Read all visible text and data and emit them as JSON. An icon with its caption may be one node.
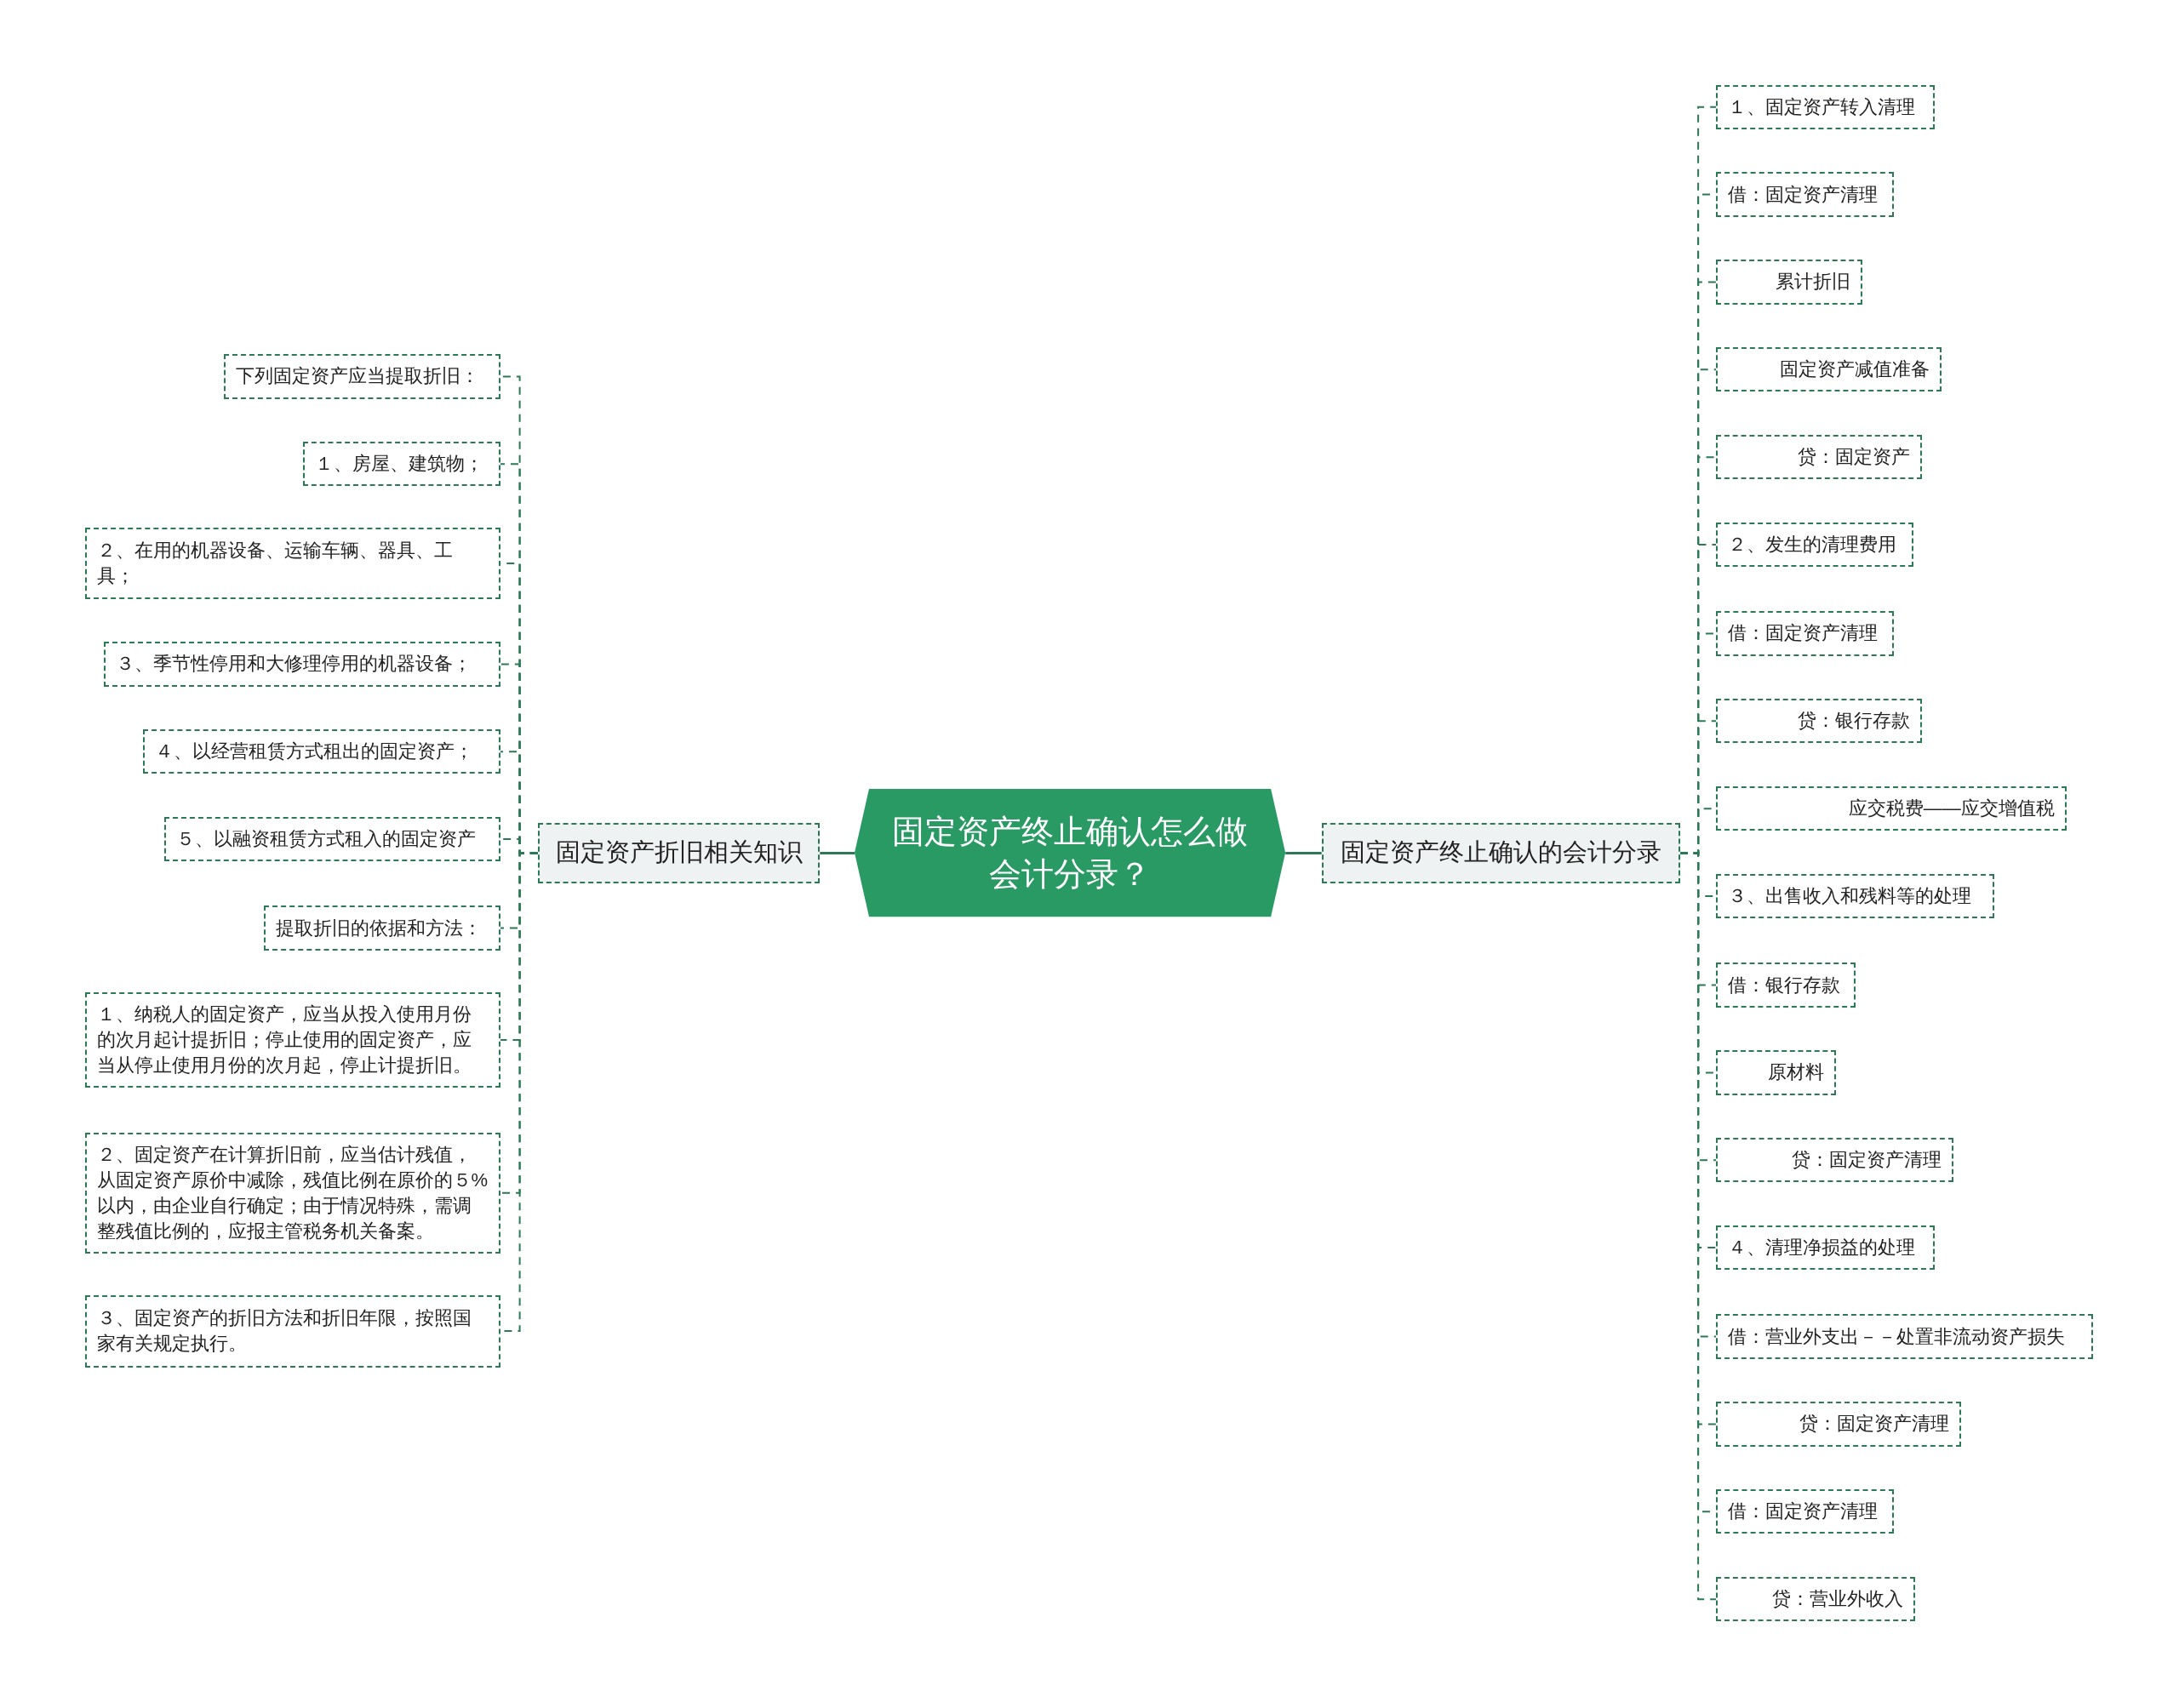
{
  "diagram": {
    "nodes": [
      {
        "text": [
          "固定资产终止确认怎么做会计分录？"
        ]
      },
      {
        "text": [
          "固定资产折旧相关知识"
        ]
      },
      {
        "text": [
          "下列固定资产应当提取折旧："
        ]
      },
      {
        "text": [
          "１、房屋、建筑物；"
        ]
      },
      {
        "text": [
          "２、在用的机器设备、运输车辆、器具、工具；"
        ]
      },
      {
        "text": [
          "３、季节性停用和大修理停用的机器设备；"
        ]
      },
      {
        "text": [
          "４、以经营租赁方式租出的固定资产；"
        ]
      },
      {
        "text": [
          "５、以融资租赁方式租入的固定资产"
        ]
      },
      {
        "text": [
          "提取折旧的依据和方法："
        ]
      },
      {
        "text": [
          "１、纳税人的固定资产，应当从投入使用月份的次月起计提折旧；停止使用的固定资产，应当从停止使用月份的次月起，停止计提折旧。"
        ]
      },
      {
        "text": [
          "２、固定资产在计算折旧前，应当估计残值，从固定资产原价中减除，残值比例在原价的５%以内，由企业自行确定；由于情况特殊，需调整残值比例的，应报主管税务机关备案。"
        ]
      },
      {
        "text": [
          "３、固定资产的折旧方法和折旧年限，按照国家有关规定执行。"
        ]
      },
      {
        "text": [
          "固定资产终止确认的会计分录"
        ]
      },
      {
        "text": [
          "１、固定资产转入清理"
        ]
      },
      {
        "text": [
          "借：固定资产清理"
        ]
      },
      {
        "text": [
          "累计折旧"
        ]
      },
      {
        "text": [
          "固定资产减值准备"
        ]
      },
      {
        "text": [
          "贷：固定资产"
        ]
      },
      {
        "text": [
          "２、发生的清理费用"
        ]
      },
      {
        "text": [
          "借：固定资产清理"
        ]
      },
      {
        "text": [
          "贷：银行存款"
        ]
      },
      {
        "text": [
          "应交税费——应交增值税"
        ]
      },
      {
        "text": [
          "３、出售收入和残料等的处理"
        ]
      },
      {
        "text": [
          "借：银行存款"
        ]
      },
      {
        "text": [
          "原材料"
        ]
      },
      {
        "text": [
          "贷：固定资产清理"
        ]
      },
      {
        "text": [
          "４、清理净损益的处理"
        ]
      },
      {
        "text": [
          "借：营业外支出－－处置非流动资产损失"
        ]
      },
      {
        "text": [
          "贷：固定资产清理"
        ]
      },
      {
        "text": [
          "借：固定资产清理"
        ]
      },
      {
        "text": [
          "贷：营业外收入"
        ]
      }
    ],
    "edges": [
      {
        "from": 0,
        "to": 1,
        "arrow": "none"
      },
      {
        "from": 0,
        "to": 12,
        "arrow": "none"
      },
      {
        "from": 1,
        "to": 2,
        "arrow": "none",
        "style": "dashed"
      },
      {
        "from": 1,
        "to": 3,
        "arrow": "none",
        "style": "dashed"
      },
      {
        "from": 1,
        "to": 4,
        "arrow": "none",
        "style": "dashed"
      },
      {
        "from": 1,
        "to": 5,
        "arrow": "none",
        "style": "dashed"
      },
      {
        "from": 1,
        "to": 6,
        "arrow": "none",
        "style": "dashed"
      },
      {
        "from": 1,
        "to": 7,
        "arrow": "none",
        "style": "dashed"
      },
      {
        "from": 1,
        "to": 8,
        "arrow": "none",
        "style": "dashed"
      },
      {
        "from": 1,
        "to": 9,
        "arrow": "none",
        "style": "dashed"
      },
      {
        "from": 1,
        "to": 10,
        "arrow": "none",
        "style": "dashed"
      },
      {
        "from": 1,
        "to": 11,
        "arrow": "none",
        "style": "dashed"
      },
      {
        "from": 12,
        "to": 13,
        "arrow": "none",
        "style": "dashed"
      },
      {
        "from": 12,
        "to": 14,
        "arrow": "none",
        "style": "dashed"
      },
      {
        "from": 12,
        "to": 15,
        "arrow": "none",
        "style": "dashed"
      },
      {
        "from": 12,
        "to": 16,
        "arrow": "none",
        "style": "dashed"
      },
      {
        "from": 12,
        "to": 17,
        "arrow": "none",
        "style": "dashed"
      },
      {
        "from": 12,
        "to": 18,
        "arrow": "none",
        "style": "dashed"
      },
      {
        "from": 12,
        "to": 19,
        "arrow": "none",
        "style": "dashed"
      },
      {
        "from": 12,
        "to": 20,
        "arrow": "none",
        "style": "dashed"
      },
      {
        "from": 12,
        "to": 21,
        "arrow": "none",
        "style": "dashed"
      },
      {
        "from": 12,
        "to": 22,
        "arrow": "none",
        "style": "dashed"
      },
      {
        "from": 12,
        "to": 23,
        "arrow": "none",
        "style": "dashed"
      },
      {
        "from": 12,
        "to": 24,
        "arrow": "none",
        "style": "dashed"
      },
      {
        "from": 12,
        "to": 25,
        "arrow": "none",
        "style": "dashed"
      },
      {
        "from": 12,
        "to": 26,
        "arrow": "none",
        "style": "dashed"
      },
      {
        "from": 12,
        "to": 27,
        "arrow": "none",
        "style": "dashed"
      },
      {
        "from": 12,
        "to": 28,
        "arrow": "none",
        "style": "dashed"
      },
      {
        "from": 12,
        "to": 29,
        "arrow": "none",
        "style": "dashed"
      },
      {
        "from": 12,
        "to": 30,
        "arrow": "none",
        "style": "dashed"
      }
    ]
  }
}
